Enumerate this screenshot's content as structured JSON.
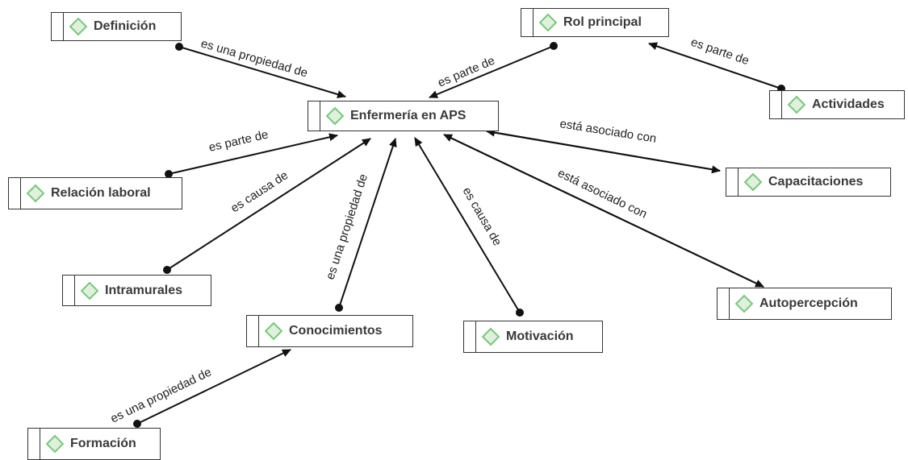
{
  "nodes": {
    "enfermeria": "Enfermería en APS",
    "definicion": "Definición",
    "rol": "Rol principal",
    "actividades": "Actividades",
    "capacitaciones": "Capacitaciones",
    "relacion": "Relación laboral",
    "intramurales": "Intramurales",
    "conocimientos": "Conocimientos",
    "motivacion": "Motivación",
    "autopercepcion": "Autopercepción",
    "formacion": "Formación"
  },
  "edges": {
    "definicion": "es una propiedad de",
    "rol": "es parte de",
    "actividades": "es parte de",
    "capacitaciones": "está asociado con",
    "autopercepcion": "está asociado con",
    "relacion": "es parte de",
    "intramurales": "es causa de",
    "conocimientos": "es una propiedad de",
    "motivacion": "es causa de",
    "formacion": "es una propiedad de"
  },
  "colors": {
    "diamond_stroke": "#7cc77e",
    "diamond_fill": "#dff1dd",
    "line": "#111111"
  },
  "icon": "diamond-icon"
}
